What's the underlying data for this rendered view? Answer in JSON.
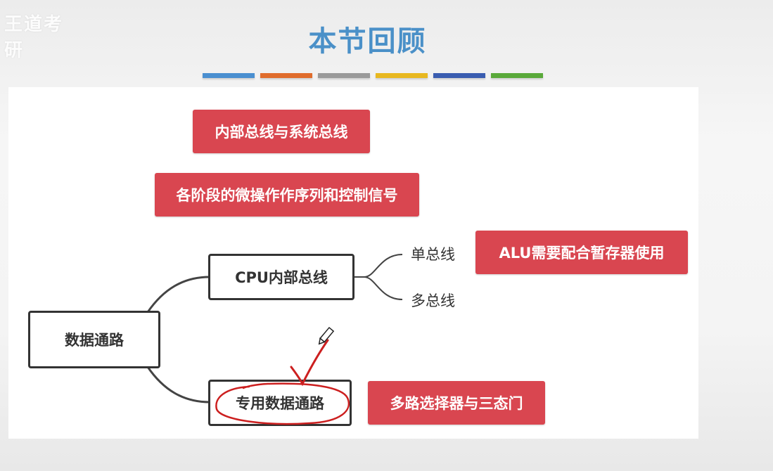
{
  "logo_text": "王道考研",
  "title": "本节回顾",
  "color_bars": [
    "#4a8fd0",
    "#e06c2c",
    "#9a9a9a",
    "#e8b820",
    "#3a5db0",
    "#5aa93a"
  ],
  "accent_color": "#d94650",
  "top_notes": {
    "note1": "内部总线与系统总线",
    "note2": "各阶段的微操作作序列和控制信号"
  },
  "mindmap": {
    "root": "数据通路",
    "branch_cpu_bus": {
      "label": "CPU内部总线",
      "children": [
        "单总线",
        "多总线"
      ],
      "note": "ALU需要配合暂存器使用"
    },
    "branch_dedicated": {
      "label": "专用数据通路",
      "note": "多路选择器与三态门"
    }
  }
}
